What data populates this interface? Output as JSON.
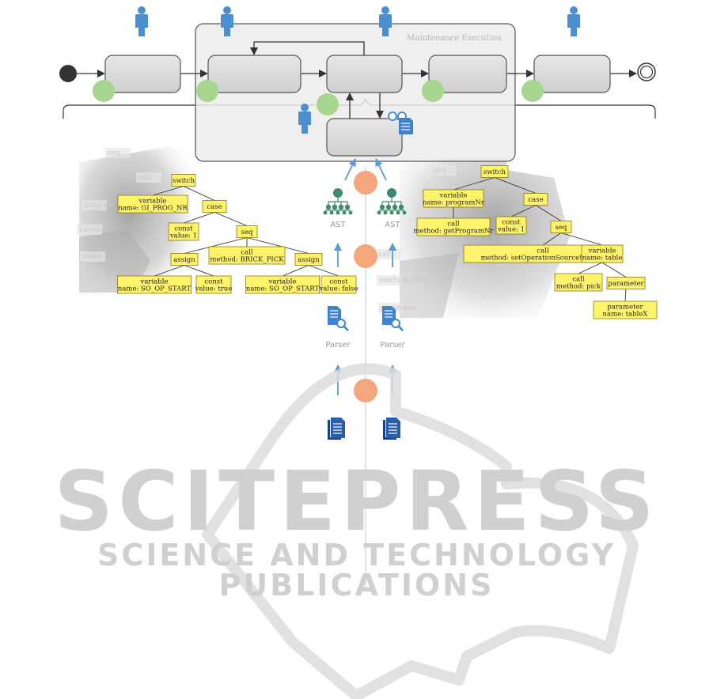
{
  "process": {
    "subprocess_title": "Maintenance Execution"
  },
  "left_tree": [
    {
      "id": "switch",
      "lines": [
        "switch"
      ]
    },
    {
      "id": "var1",
      "lines": [
        "variable",
        "name: GI_PROG_NR"
      ]
    },
    {
      "id": "case",
      "lines": [
        "case"
      ]
    },
    {
      "id": "const1",
      "lines": [
        "const",
        "value: 1"
      ]
    },
    {
      "id": "seq",
      "lines": [
        "seq"
      ]
    },
    {
      "id": "assign1",
      "lines": [
        "assign"
      ]
    },
    {
      "id": "call",
      "lines": [
        "call",
        "method: BRICK_PICK"
      ]
    },
    {
      "id": "assign2",
      "lines": [
        "assign"
      ]
    },
    {
      "id": "var2",
      "lines": [
        "variable",
        "name: SO_OP_START"
      ]
    },
    {
      "id": "const2",
      "lines": [
        "const",
        "value: true"
      ]
    },
    {
      "id": "var3",
      "lines": [
        "variable",
        "name: SO_OP_START"
      ]
    },
    {
      "id": "const3",
      "lines": [
        "const",
        "value: false"
      ]
    }
  ],
  "right_tree": [
    {
      "id": "switch",
      "lines": [
        "switch"
      ]
    },
    {
      "id": "var1",
      "lines": [
        "variable",
        "name: programNr"
      ]
    },
    {
      "id": "case",
      "lines": [
        "case"
      ]
    },
    {
      "id": "call1",
      "lines": [
        "call",
        "method: getProgramNr"
      ]
    },
    {
      "id": "const1",
      "lines": [
        "const",
        "value: 1"
      ]
    },
    {
      "id": "seq",
      "lines": [
        "seq"
      ]
    },
    {
      "id": "call2",
      "lines": [
        "call",
        "method: setOperationSourceStarted"
      ]
    },
    {
      "id": "var2",
      "lines": [
        "variable",
        "name: table"
      ]
    },
    {
      "id": "call3",
      "lines": [
        "call",
        "method: pick"
      ]
    },
    {
      "id": "param1",
      "lines": [
        "parameter"
      ]
    },
    {
      "id": "param2",
      "lines": [
        "parameter",
        "name: tableX"
      ]
    }
  ],
  "faint_labels": {
    "left_bg": [
      "seq",
      "call",
      "program",
      "variable",
      "name"
    ],
    "right_bg": [
      "seq",
      "call",
      "method: sleep",
      "parameter"
    ]
  },
  "pipeline": {
    "ast_label": "AST",
    "ast_label_right": "AST",
    "parser_label": "Parser",
    "parser_label_right": "Parser"
  },
  "watermark": {
    "big": "SCITEPRESS",
    "small": "SCIENCE AND TECHNOLOGY PUBLICATIONS"
  },
  "colors": {
    "task_fill": "#dcdcdc",
    "task_stroke": "#555555",
    "green_event": "#a6d58e",
    "orange_marker": "#f4a77d",
    "node_fill": "#fff36b",
    "node_stroke": "#8a7a10",
    "person_blue": "#4a90d0",
    "arrow_blue": "#5b9bd5",
    "tree_green": "#3e8a6a",
    "doc_blue": "#2a5fa8",
    "doc_light": "#3f82d0"
  },
  "icons": {
    "person": "person-icon",
    "ast": "tree-icon",
    "parser": "document-search-icon",
    "source": "document-icon",
    "review": "glasses-document-icon"
  }
}
